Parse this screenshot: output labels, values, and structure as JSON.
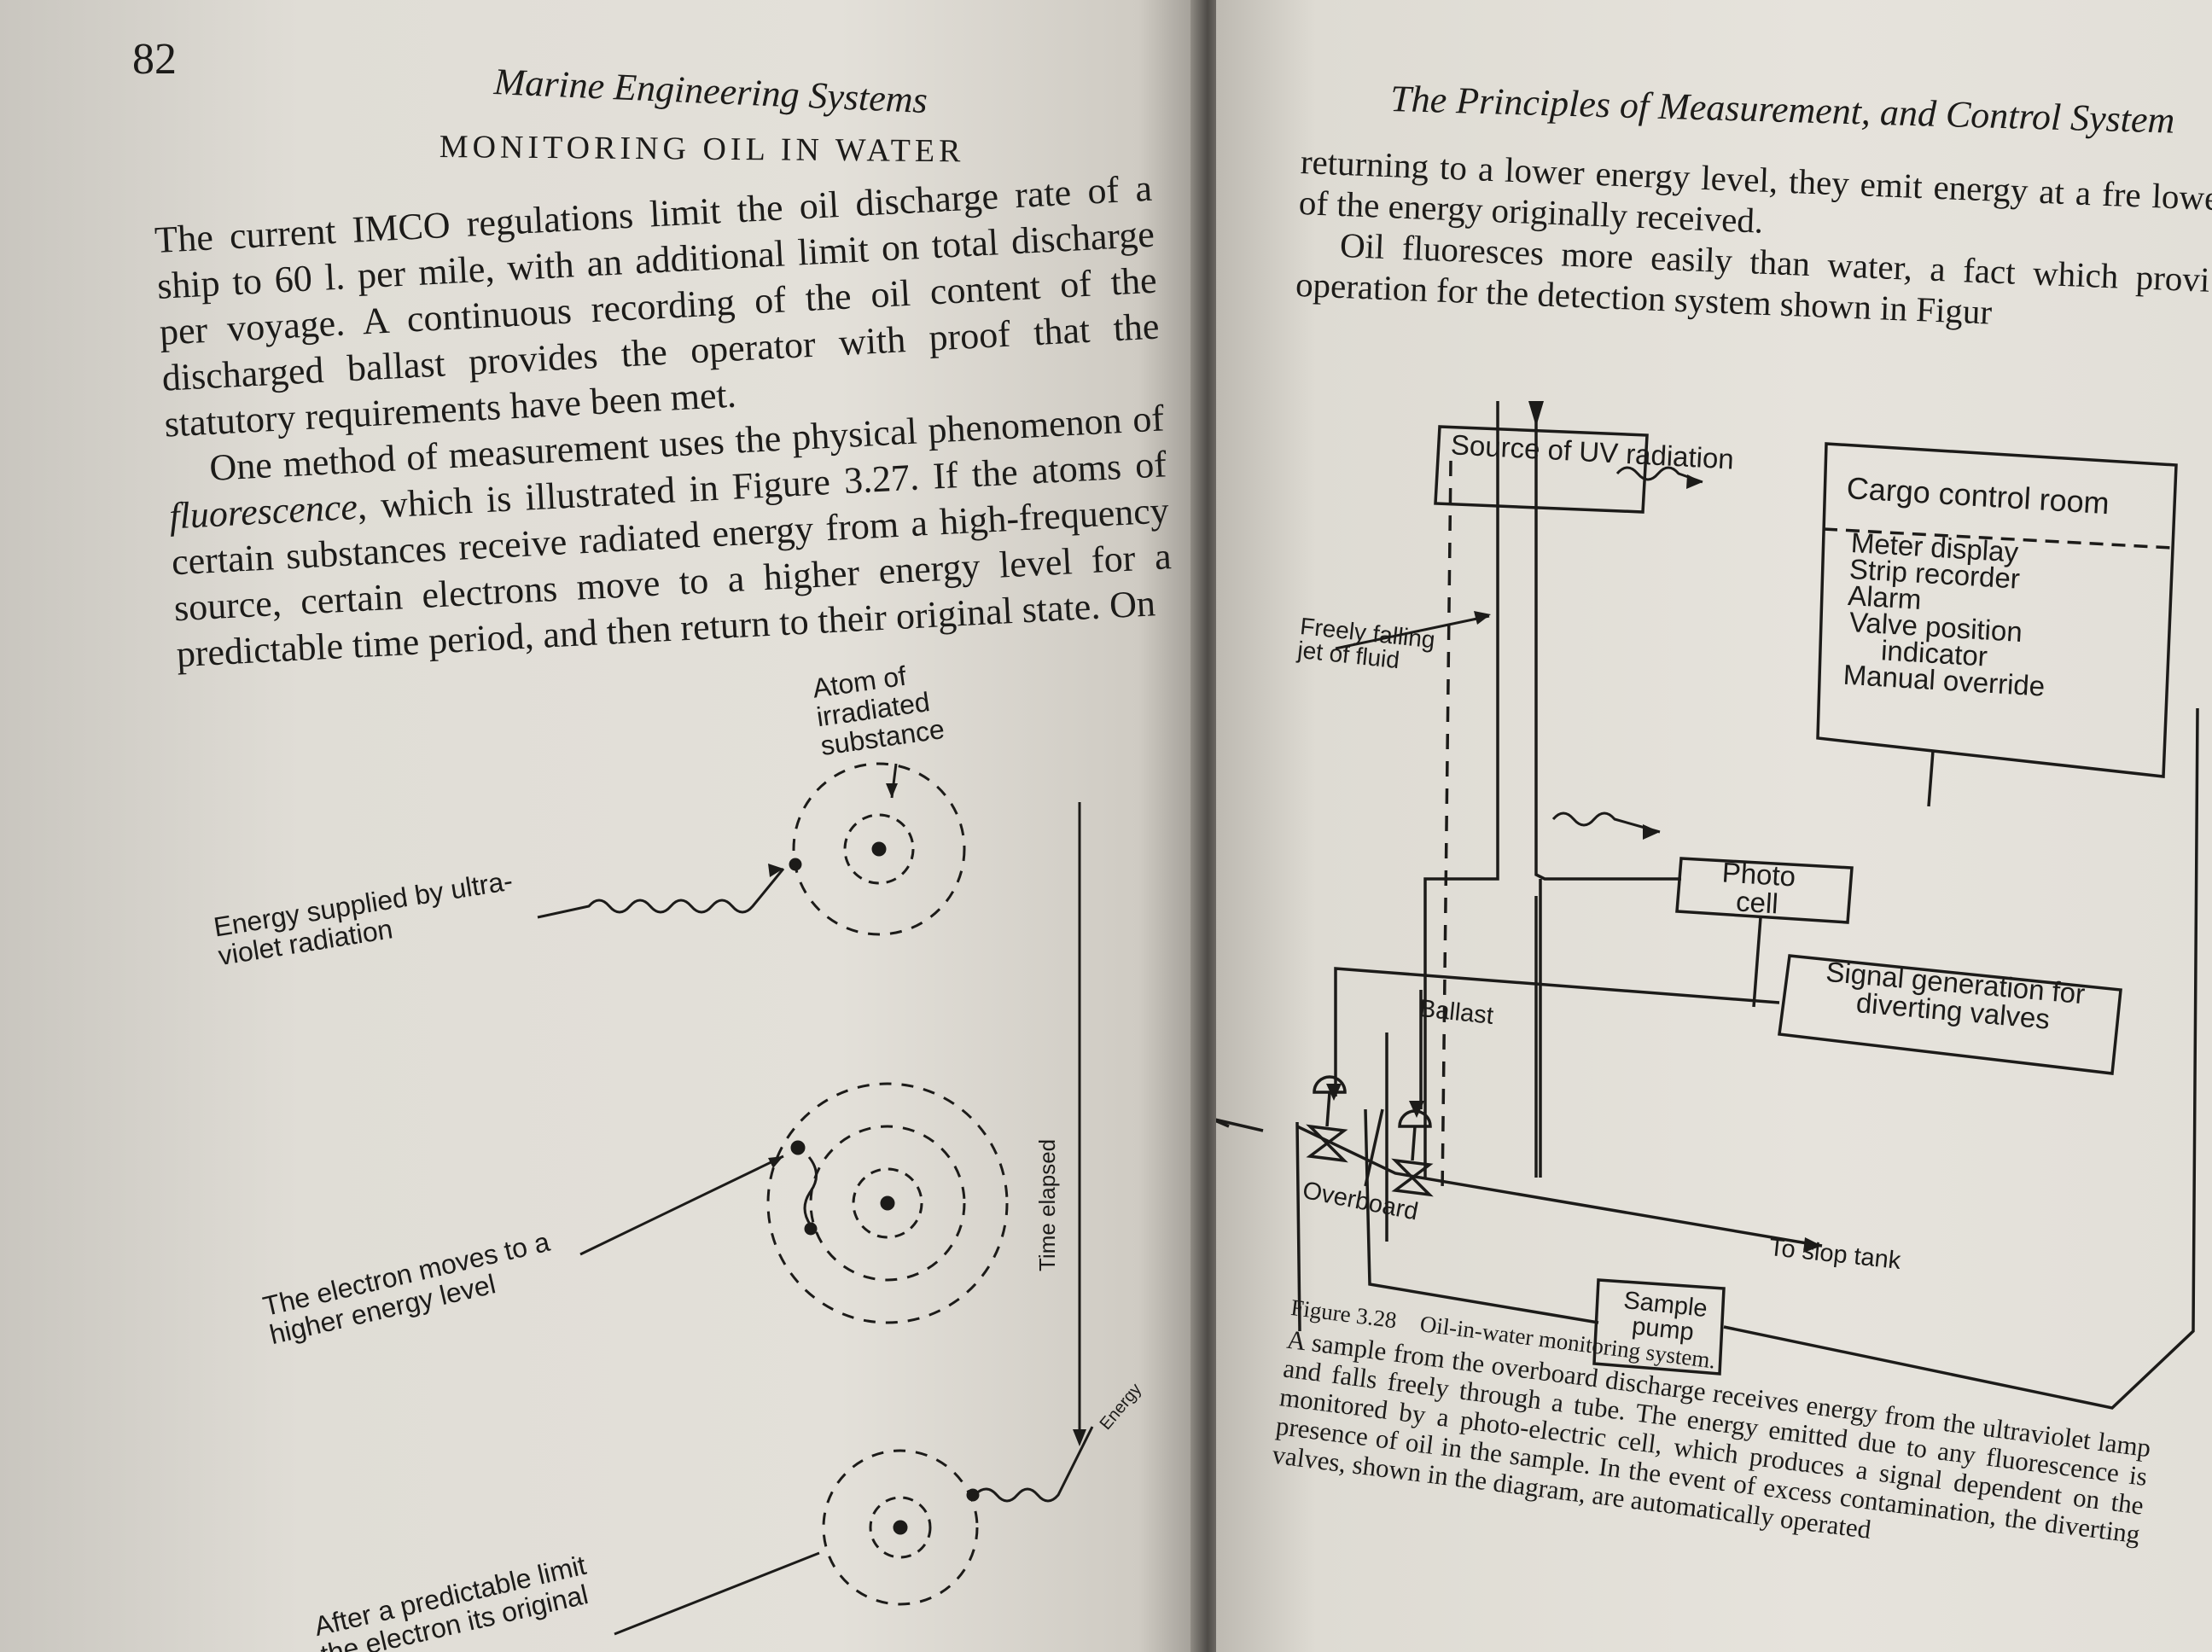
{
  "left_page": {
    "page_number": "82",
    "running_head": "Marine Engineering Systems",
    "section_title": "MONITORING OIL IN WATER",
    "paragraphs": [
      "The current IMCO regulations limit the oil discharge rate of a ship to 60 l. per mile, with an additional limit on total discharge per voyage. A continuous recording of the oil content of the discharged ballast provides the operator with proof that the statutory requirements have been met.",
      "One method of measurement uses the physical phenomenon of fluorescence, which is illustrated in Figure 3.27. If the atoms of certain substances receive radiated energy from a high-frequency source, certain electrons move to a higher energy level for a predictable time period, and then return to their original state. On"
    ],
    "emphasis_word": "fluorescence",
    "figure": {
      "atom_label": "Atom of irradiated substance",
      "energy_supplied_label": "Energy supplied by ultra-violet radiation",
      "electron_moves_label": "The electron moves to a higher energy level",
      "after_label_partial": "After a predictable limit the electron its original itting",
      "time_label": "Time elapsed",
      "energy_label": "Energy"
    }
  },
  "right_page": {
    "running_head": "The Principles of Measurement, and Control System",
    "paragraphs": [
      "returning to a lower energy level, they emit energy at a fre lower than that of the energy originally received.",
      "Oil fluoresces more easily than water, a fact which provi means of operation for the detection system shown in Figur"
    ],
    "figure": {
      "uv_source": "Source of UV radiation",
      "cargo_room_title": "Cargo control room",
      "cargo_room_items": [
        "Meter display",
        "Strip recorder",
        "Alarm",
        "Valve position indicator",
        "Manual override"
      ],
      "jet_label": "Freely falling jet of fluid",
      "photo_cell": "Photo cell",
      "signal_box": "Signal generation for diverting valves",
      "ballast": "Ballast",
      "overboard": "Overboard",
      "slop_tank": "To slop tank",
      "sample_pump": "Sample pump"
    },
    "caption": {
      "figure_number": "Figure 3.28",
      "figure_title": "Oil-in-water monitoring system.",
      "text": "A sample from the overboard discharge receives energy from the ultraviolet lamp and falls freely through a tube. The energy emitted due to any fluorescence is monitored by a photo-electric cell, which produces a signal dependent on the presence of oil in the sample. In the event of excess contamination, the diverting valves, shown in the diagram, are automatically operated"
    }
  }
}
